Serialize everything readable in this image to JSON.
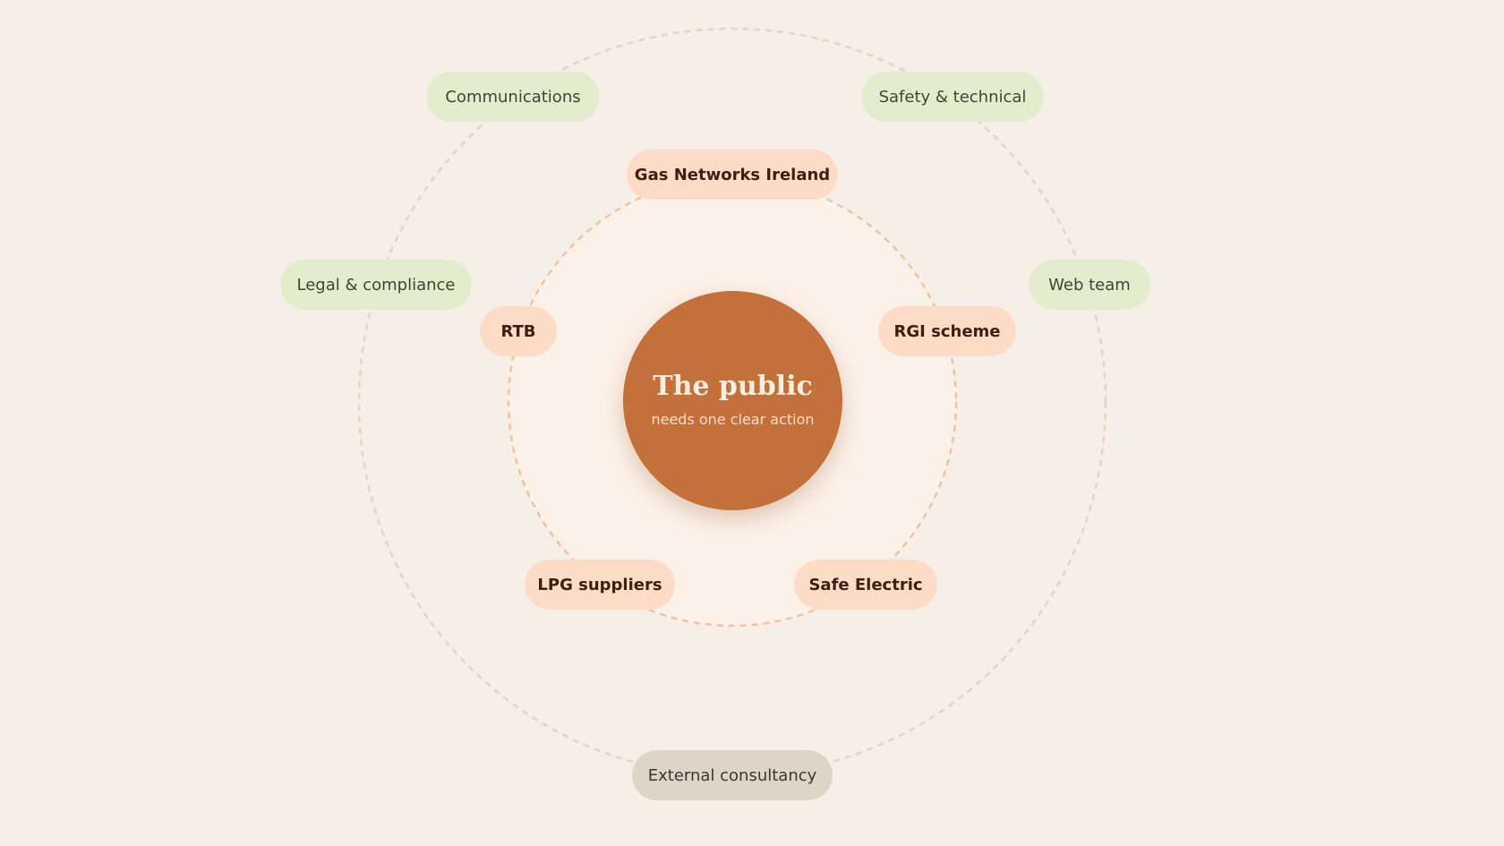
{
  "center": {
    "title": "The public",
    "subtitle": "needs one clear action"
  },
  "inner_ring": [
    {
      "label": "Gas Networks Ireland"
    },
    {
      "label": "RTB"
    },
    {
      "label": "RGI scheme"
    },
    {
      "label": "LPG suppliers"
    },
    {
      "label": "Safe Electric"
    }
  ],
  "outer_ring": [
    {
      "label": "Communications"
    },
    {
      "label": "Safety & technical"
    },
    {
      "label": "Legal & compliance"
    },
    {
      "label": "Web team"
    }
  ],
  "external": {
    "label": "External consultancy"
  },
  "colors": {
    "background": "#f6efe8",
    "core": "#c4703a",
    "inner_pill": "#fcdcc7",
    "outer_pill": "#e3edce",
    "external_pill": "#ded5c7"
  }
}
